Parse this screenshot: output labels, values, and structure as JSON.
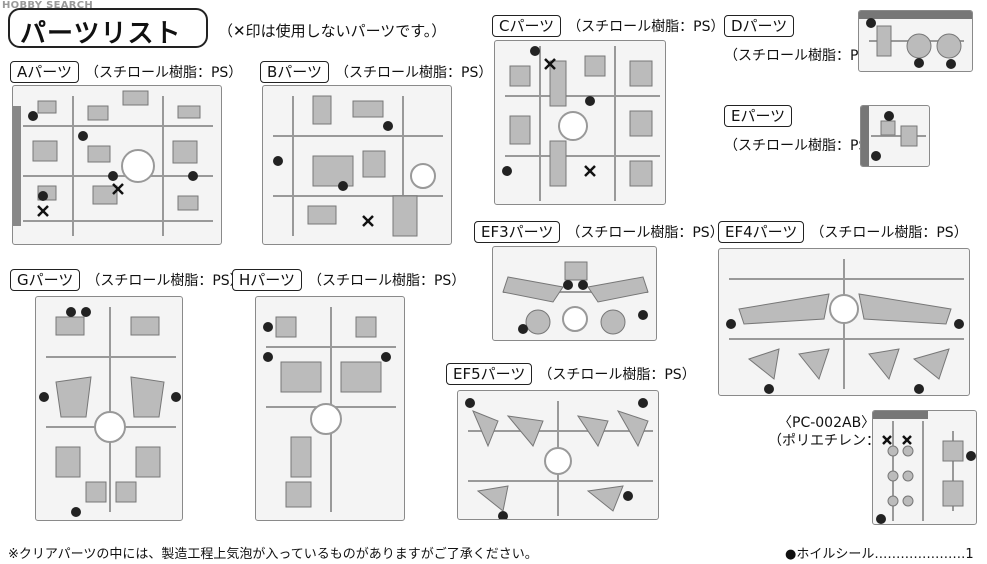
{
  "watermark": "HOBBY SEARCH",
  "header": {
    "title": "パーツリスト",
    "note": "（✕印は使用しないパーツです。）"
  },
  "parts": [
    {
      "id": "A",
      "label": "Aパーツ",
      "material": "（スチロール樹脂：PS）"
    },
    {
      "id": "B",
      "label": "Bパーツ",
      "material": "（スチロール樹脂：PS）"
    },
    {
      "id": "C",
      "label": "Cパーツ",
      "material": "（スチロール樹脂：PS）"
    },
    {
      "id": "D",
      "label": "Dパーツ",
      "material": "（スチロール樹脂：PS）"
    },
    {
      "id": "E",
      "label": "Eパーツ",
      "material": "（スチロール樹脂：PS）"
    },
    {
      "id": "EF3",
      "label": "EF3パーツ",
      "material": "（スチロール樹脂：PS）"
    },
    {
      "id": "EF4",
      "label": "EF4パーツ",
      "material": "（スチロール樹脂：PS）"
    },
    {
      "id": "G",
      "label": "Gパーツ",
      "material": "（スチロール樹脂：PS）"
    },
    {
      "id": "H",
      "label": "Hパーツ",
      "material": "（スチロール樹脂：PS）"
    },
    {
      "id": "EF5",
      "label": "EF5パーツ",
      "material": "（スチロール樹脂：PS）"
    }
  ],
  "pc": {
    "label": "〈PC-002AB〉",
    "material": "（ポリエチレン：PE）"
  },
  "footer": {
    "note": "※クリアパーツの中には、製造工程上気泡が入っているものがありますがご了承ください。",
    "seal": "●ホイルシール…………………1"
  }
}
